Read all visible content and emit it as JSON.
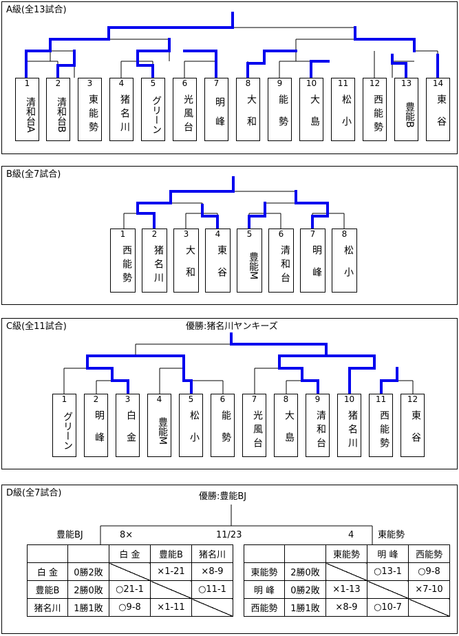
{
  "classA": {
    "title": "A級(全13試合)",
    "teams": [
      {
        "num": "1",
        "name": "清和台A"
      },
      {
        "num": "2",
        "name": "清和台B"
      },
      {
        "num": "3",
        "name": "東能勢"
      },
      {
        "num": "4",
        "name": "猪名川"
      },
      {
        "num": "5",
        "name": "グリーン"
      },
      {
        "num": "6",
        "name": "光風台"
      },
      {
        "num": "7",
        "name": "明峰"
      },
      {
        "num": "8",
        "name": "大和"
      },
      {
        "num": "9",
        "name": "能勢"
      },
      {
        "num": "10",
        "name": "大島"
      },
      {
        "num": "11",
        "name": "松小"
      },
      {
        "num": "12",
        "name": "西能勢"
      },
      {
        "num": "13",
        "name": "豊能B"
      },
      {
        "num": "14",
        "name": "東谷"
      }
    ]
  },
  "classB": {
    "title": "B級(全7試合)",
    "teams": [
      {
        "num": "1",
        "name": "西能勢"
      },
      {
        "num": "2",
        "name": "猪名川"
      },
      {
        "num": "3",
        "name": "大和"
      },
      {
        "num": "4",
        "name": "東谷"
      },
      {
        "num": "5",
        "name": "豊能M"
      },
      {
        "num": "6",
        "name": "清和台"
      },
      {
        "num": "7",
        "name": "明峰"
      },
      {
        "num": "8",
        "name": "松小"
      }
    ]
  },
  "classC": {
    "title": "C級(全11試合)",
    "winner": "優勝:猪名川ヤンキーズ",
    "teams": [
      {
        "num": "1",
        "name": "グリーン"
      },
      {
        "num": "2",
        "name": "明峰"
      },
      {
        "num": "3",
        "name": "白金"
      },
      {
        "num": "4",
        "name": "豊能M"
      },
      {
        "num": "5",
        "name": "松小"
      },
      {
        "num": "6",
        "name": "能勢"
      },
      {
        "num": "7",
        "name": "光風台"
      },
      {
        "num": "8",
        "name": "大島"
      },
      {
        "num": "9",
        "name": "清和台"
      },
      {
        "num": "10",
        "name": "猪名川"
      },
      {
        "num": "11",
        "name": "西能勢"
      },
      {
        "num": "12",
        "name": "東谷"
      }
    ]
  },
  "classD": {
    "title": "D級(全7試合)",
    "winner": "優勝:豊能BJ",
    "final": {
      "left_team": "豊能BJ",
      "left_score": "8×",
      "date": "11/23",
      "right_score": "4",
      "right_team": "東能勢"
    },
    "groupLeft": {
      "header": [
        "",
        "",
        "白 金",
        "豊能B",
        "猪名川"
      ],
      "rows": [
        {
          "team": "白 金",
          "record": "0勝2敗",
          "r": [
            "",
            "×1-21",
            "×8-9"
          ]
        },
        {
          "team": "豊能B",
          "record": "2勝0敗",
          "r": [
            "○21-1",
            "",
            "○11-1"
          ]
        },
        {
          "team": "猪名川",
          "record": "1勝1敗",
          "r": [
            "○9-8",
            "×1-11",
            ""
          ]
        }
      ]
    },
    "groupRight": {
      "header": [
        "",
        "",
        "東能勢",
        "明 峰",
        "西能勢"
      ],
      "rows": [
        {
          "team": "東能勢",
          "record": "2勝0敗",
          "r": [
            "",
            "○13-1",
            "○9-8"
          ]
        },
        {
          "team": "明 峰",
          "record": "0勝2敗",
          "r": [
            "×1-13",
            "",
            "×7-10"
          ]
        },
        {
          "team": "西能勢",
          "record": "1勝1敗",
          "r": [
            "×8-9",
            "○10-7",
            ""
          ]
        }
      ]
    }
  }
}
